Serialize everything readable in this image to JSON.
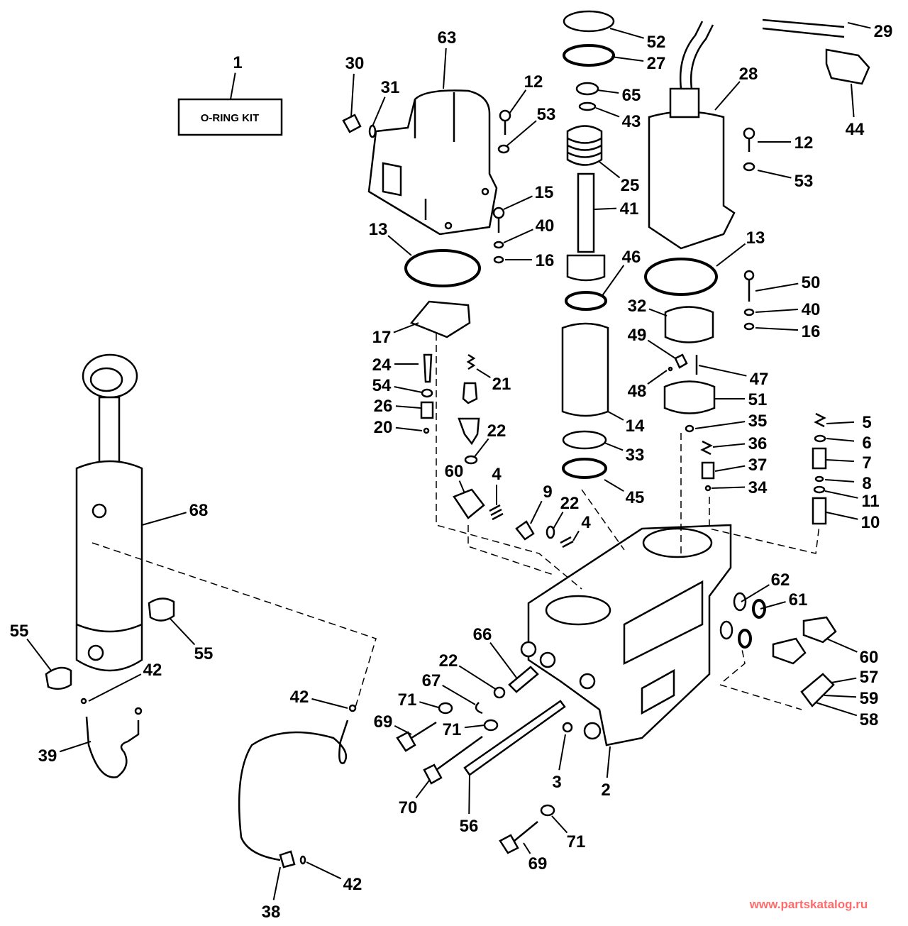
{
  "diagram": {
    "kit_label": "O-RING KIT",
    "watermark": "www.partskatalog.ru",
    "watermark_color": "#ff6b6b",
    "line_color": "#000000",
    "callouts": [
      "1",
      "30",
      "31",
      "63",
      "12",
      "53",
      "15",
      "40",
      "16",
      "13",
      "17",
      "24",
      "54",
      "26",
      "20",
      "21",
      "22",
      "60",
      "4",
      "9",
      "22",
      "4",
      "52",
      "27",
      "65",
      "43",
      "25",
      "41",
      "46",
      "14",
      "33",
      "45",
      "29",
      "44",
      "28",
      "12",
      "53",
      "13",
      "50",
      "40",
      "16",
      "32",
      "49",
      "47",
      "48",
      "51",
      "35",
      "36",
      "37",
      "34",
      "5",
      "6",
      "7",
      "8",
      "11",
      "10",
      "68",
      "55",
      "55",
      "42",
      "39",
      "42",
      "38",
      "42",
      "62",
      "61",
      "60",
      "57",
      "59",
      "58",
      "66",
      "22",
      "67",
      "71",
      "69",
      "71",
      "70",
      "56",
      "3",
      "2",
      "71",
      "69"
    ]
  }
}
